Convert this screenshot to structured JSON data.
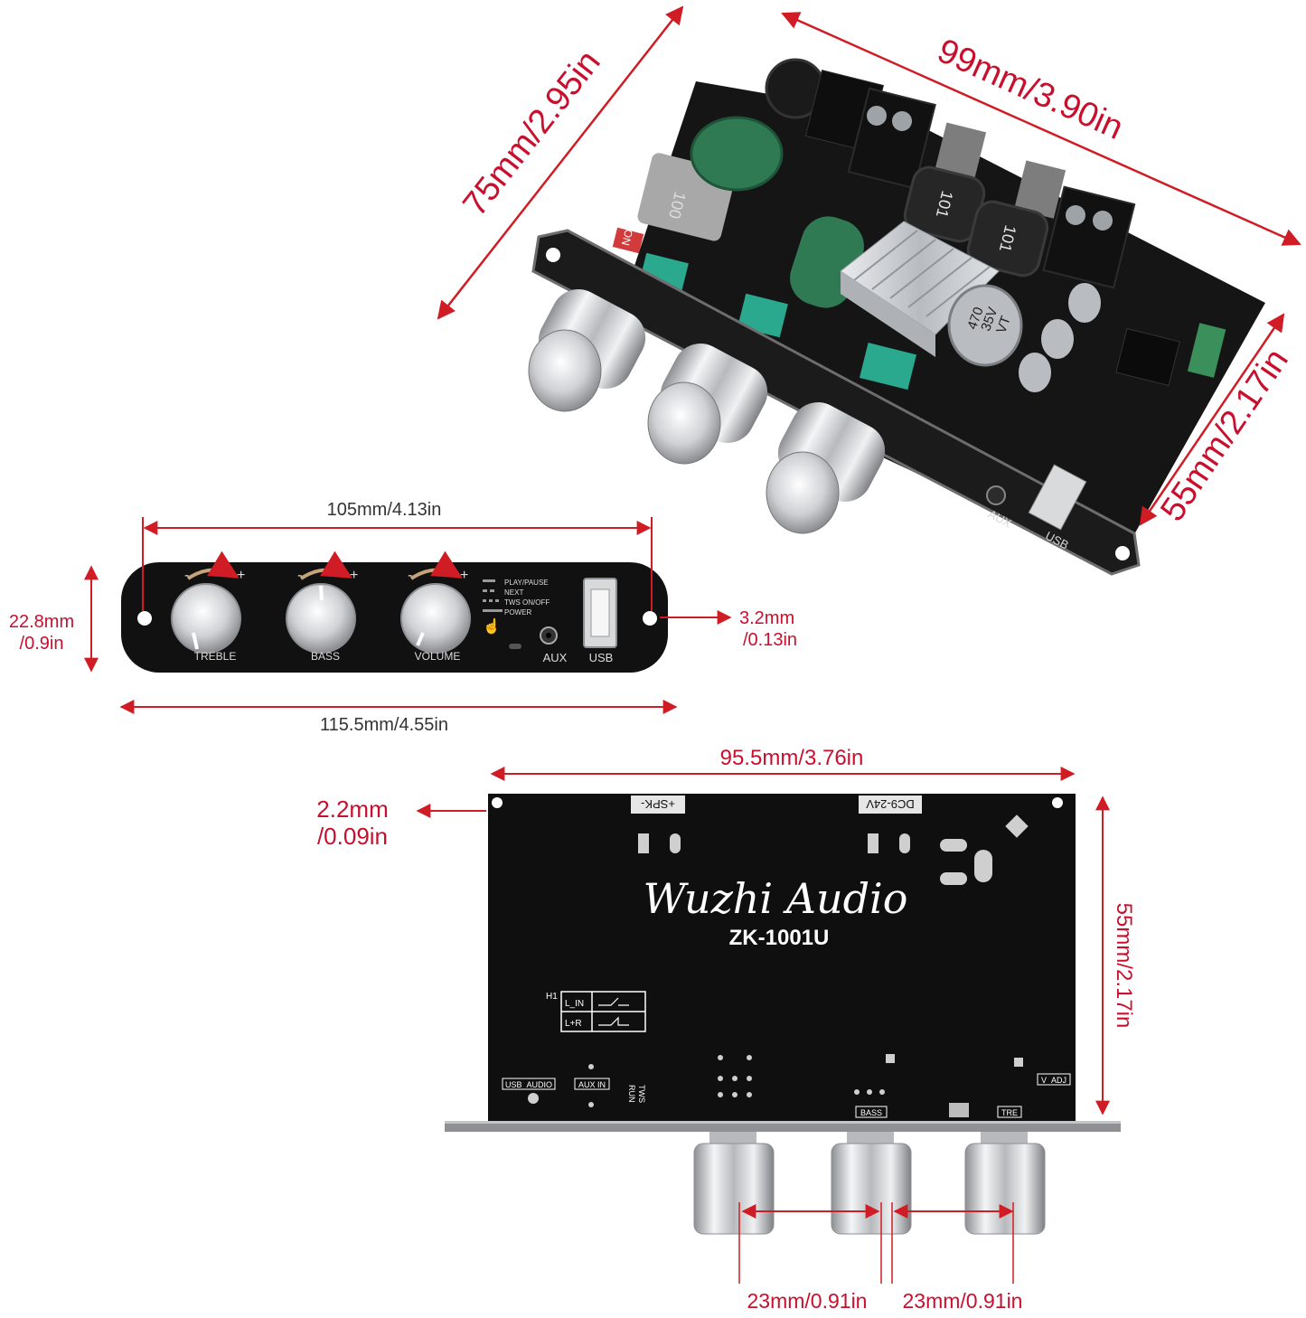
{
  "colors": {
    "dimension": "#d01c24",
    "board": "#111111",
    "heatsink": "#c9ccd0",
    "knob": "#d9dadc",
    "capacitor": "#2f7a52",
    "potentiometer": "#2aa98f",
    "terminal": "#1a1a1a"
  },
  "dimensions": {
    "top_length": "99mm/3.90in",
    "top_depth": "75mm/2.95in",
    "top_height": "55mm/2.17in",
    "panel_hole_span": "105mm/4.13in",
    "panel_total_width": "115.5mm/4.55in",
    "panel_height_mm": "22.8mm",
    "panel_height_in": "/0.9in",
    "hole_diameter_mm": "3.2mm",
    "hole_diameter_in": "/0.13in",
    "bottom_width": "95.5mm/3.76in",
    "bottom_height": "55mm/2.17in",
    "bottom_hole_mm": "2.2mm",
    "bottom_hole_in": "/0.09in",
    "knob_spacing_left": "23mm/0.91in",
    "knob_spacing_right": "23mm/0.91in"
  },
  "top_board": {
    "inductor_label_1": "100",
    "inductor_label_2": "101",
    "inductor_label_3": "101",
    "cap_label_1": "470",
    "cap_label_2": "35V",
    "cap_label_3": "VT",
    "port_aux": "AUX",
    "port_usb": "USB",
    "switch_label": "ON"
  },
  "panel": {
    "knob_treble": "TREBLE",
    "knob_bass": "BASS",
    "knob_volume": "VOLUME",
    "legend_play": "PLAY/PAUSE",
    "legend_next": "NEXT",
    "legend_tws": "TWS ON/OFF",
    "legend_power": "POWER",
    "port_aux": "AUX",
    "port_usb": "USB",
    "minus": "-",
    "plus": "+"
  },
  "bottom_board": {
    "brand": "Wuzhi Audio",
    "model": "ZK-1001U",
    "spk_label": "+SPK-",
    "dc_label": "DC9-24V",
    "h1": "H1",
    "l_in": "L_IN",
    "l_r": "L+R",
    "usb_audio": "USB_AUDIO",
    "aux_in": "AUX IN",
    "tws": "TWS",
    "run": "RUN",
    "bass": "BASS",
    "tre": "TRE",
    "v_adj": "V_ADJ"
  }
}
